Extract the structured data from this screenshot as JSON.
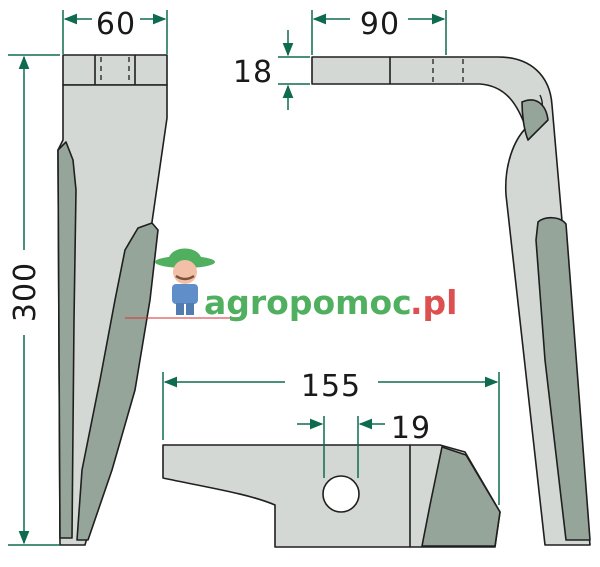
{
  "dimensions": {
    "blade_width": "60",
    "overall_height": "300",
    "top_length": "90",
    "top_thickness": "18",
    "side_length": "155",
    "bolt_offset": "19"
  },
  "watermark": {
    "brand": "agropomoc",
    "domain": ".pl"
  },
  "colors": {
    "metal": "#d4d8d4",
    "metal_shade": "#96a59a",
    "dimension_lines": "#0f6b4f",
    "brand_green": "#3aa64b",
    "brand_red": "#d9393a"
  }
}
